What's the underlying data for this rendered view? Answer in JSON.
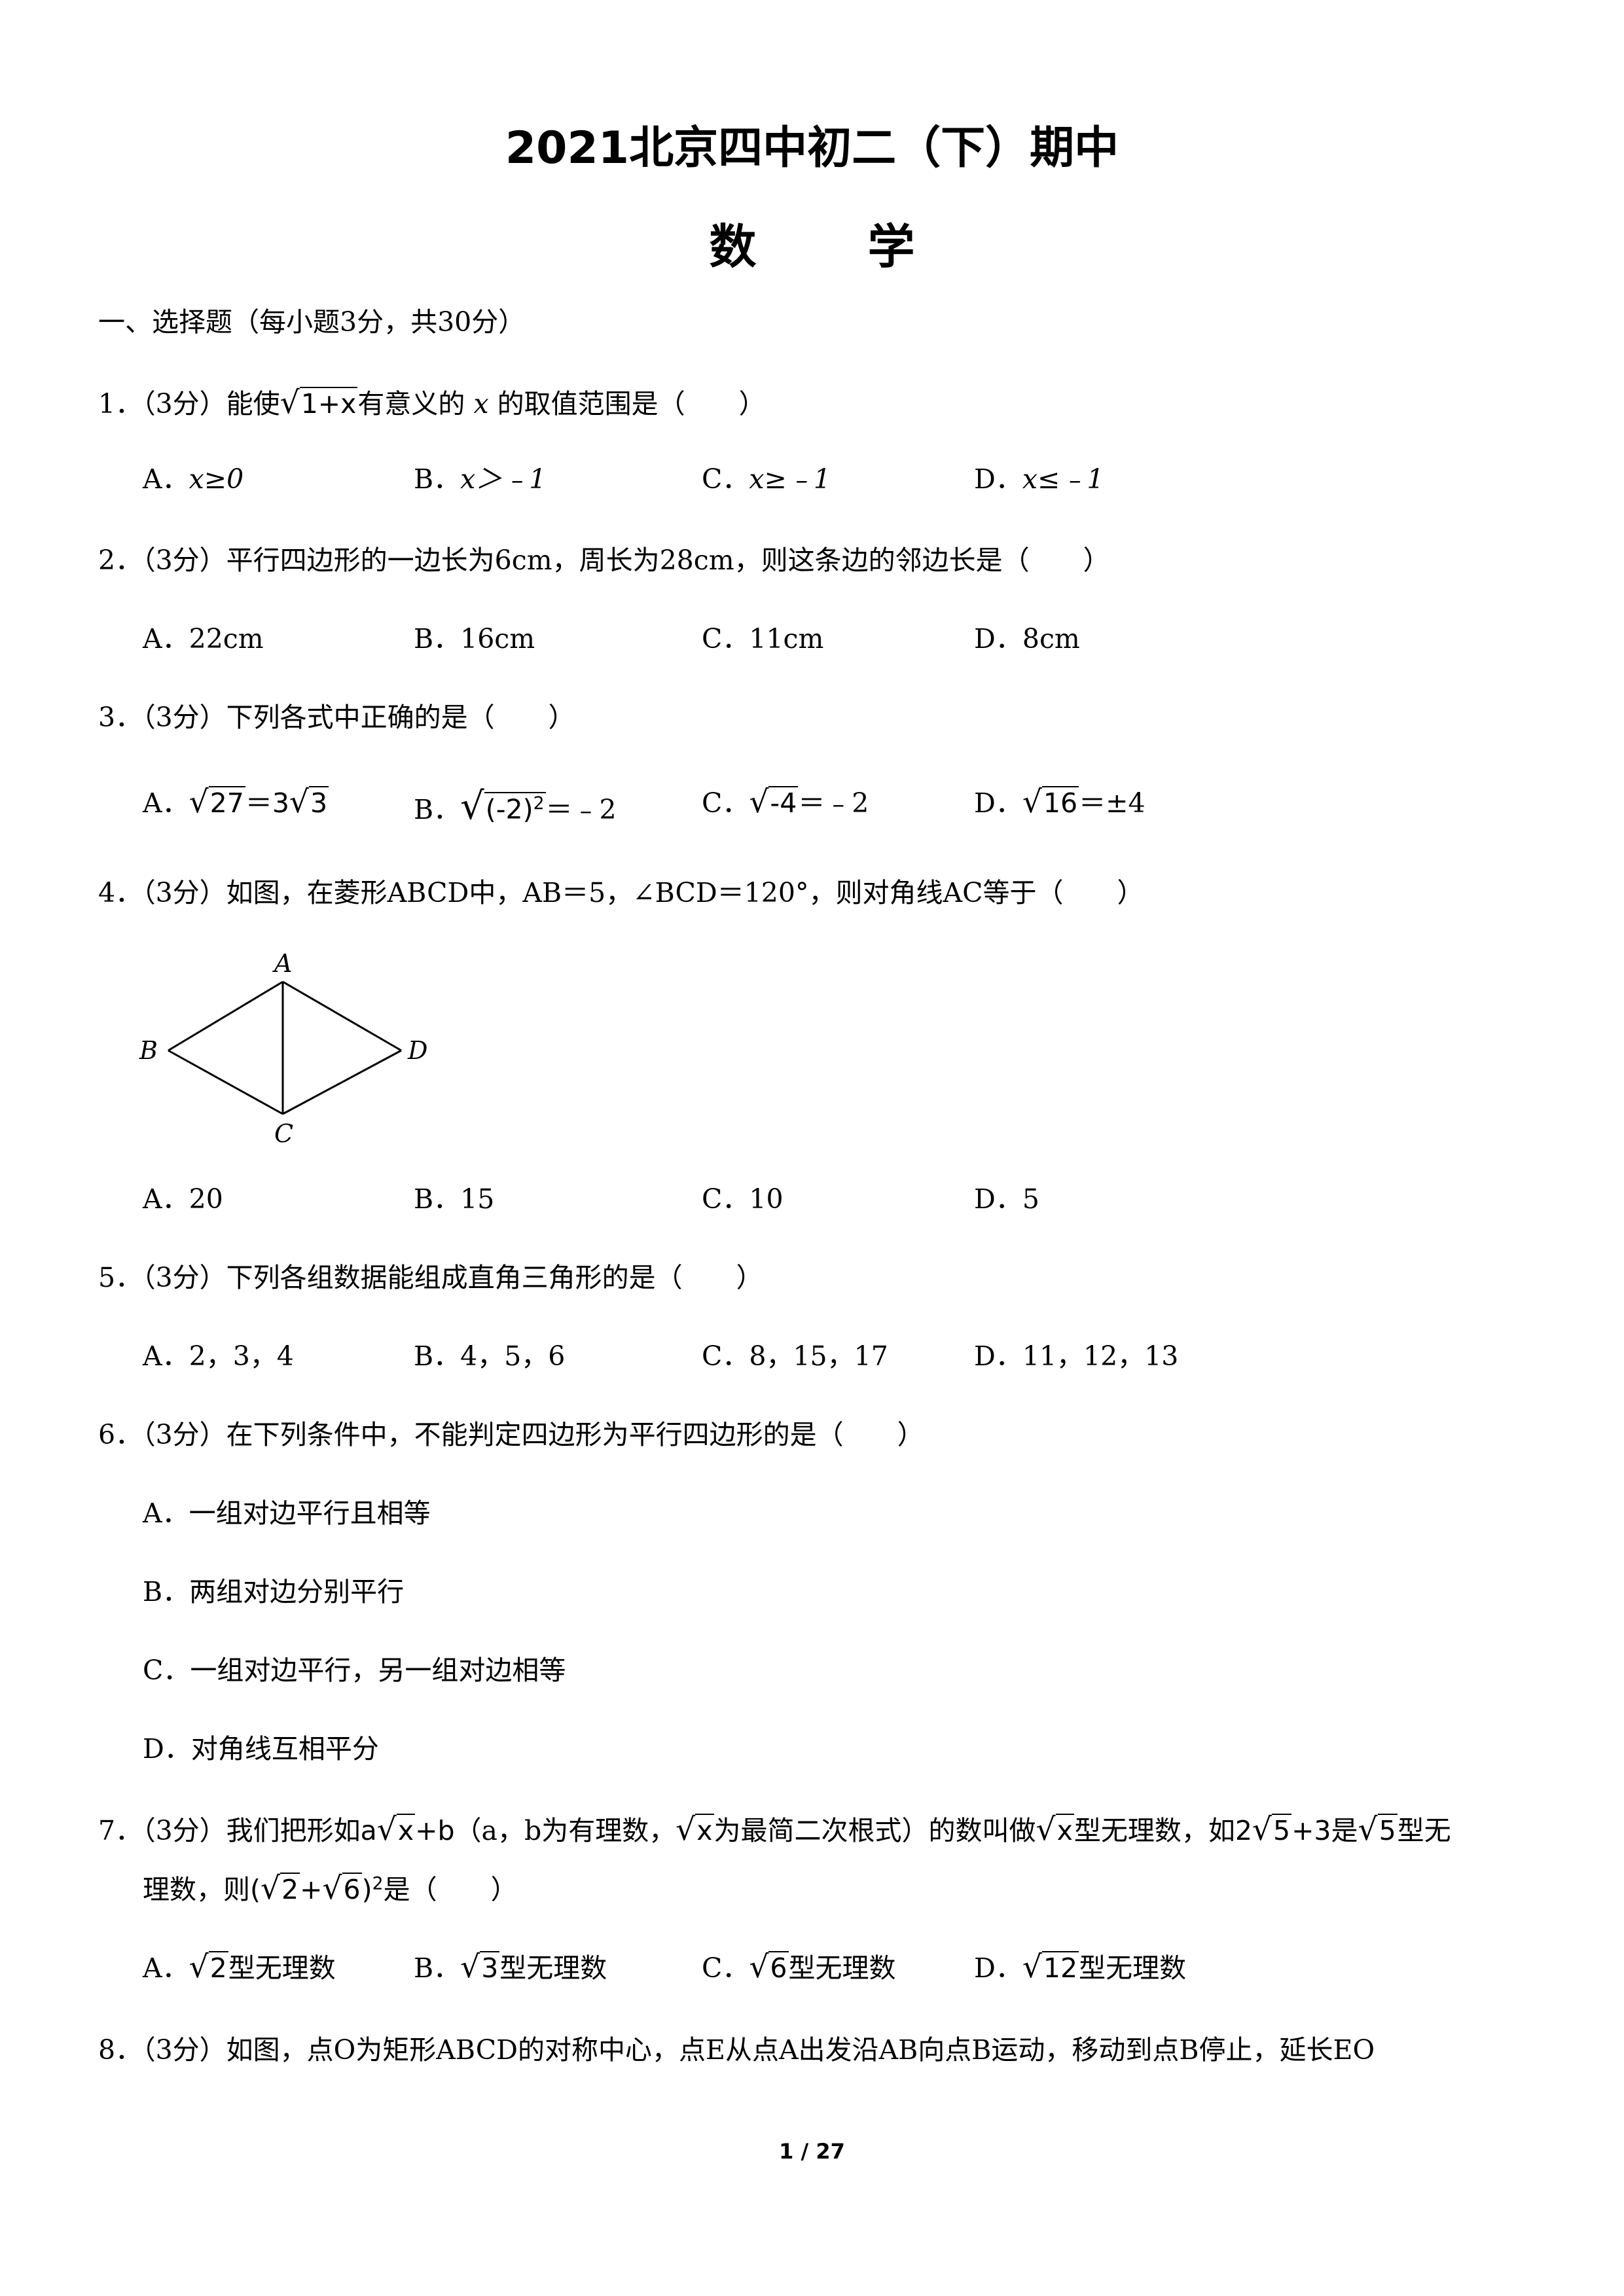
{
  "header": {
    "title": "2021北京四中初二（下）期中",
    "subtitle": "数学"
  },
  "section": {
    "heading": "一、选择题（每小题3分，共30分）"
  },
  "q1": {
    "prefix": "1．（3分）能使",
    "radicand": "1+x",
    "middle": "有意义的 ",
    "var": "x",
    "suffix": " 的取值范围是（　　）",
    "options": [
      {
        "label": "A．",
        "value": "x≥0"
      },
      {
        "label": "B．",
        "value": "x＞﹣1"
      },
      {
        "label": "C．",
        "value": "x≥﹣1"
      },
      {
        "label": "D．",
        "value": "x≤﹣1"
      }
    ]
  },
  "q2": {
    "text": "2．（3分）平行四边形的一边长为6cm，周长为28cm，则这条边的邻边长是（　　）",
    "options": [
      {
        "label": "A．",
        "value": "22cm"
      },
      {
        "label": "B．",
        "value": "16cm"
      },
      {
        "label": "C．",
        "value": "11cm"
      },
      {
        "label": "D．",
        "value": "8cm"
      }
    ]
  },
  "q3": {
    "text": "3．（3分）下列各式中正确的是（　　）",
    "a_label": "A．",
    "a_rad1": "27",
    "a_mid": "＝3",
    "a_rad2": "3",
    "b_label": "B．",
    "b_rad": "(-2)",
    "b_exp": "2",
    "b_tail": "＝﹣2",
    "c_label": "C．",
    "c_rad": "-4",
    "c_tail": "＝﹣2",
    "d_label": "D．",
    "d_rad": "16",
    "d_tail": "＝±4"
  },
  "q4": {
    "text": "4．（3分）如图，在菱形ABCD中，AB＝5，∠BCD＝120°，则对角线AC等于（　　）",
    "diagram_labels": {
      "A": "A",
      "B": "B",
      "C": "C",
      "D": "D"
    },
    "options": [
      {
        "label": "A．",
        "value": "20"
      },
      {
        "label": "B．",
        "value": "15"
      },
      {
        "label": "C．",
        "value": "10"
      },
      {
        "label": "D．",
        "value": "5"
      }
    ]
  },
  "q5": {
    "text": "5．（3分）下列各组数据能组成直角三角形的是（　　）",
    "options": [
      {
        "label": "A．",
        "value": "2，3，4"
      },
      {
        "label": "B．",
        "value": "4，5，6"
      },
      {
        "label": "C．",
        "value": "8，15，17"
      },
      {
        "label": "D．",
        "value": "11，12，13"
      }
    ]
  },
  "q6": {
    "text": "6．（3分）在下列条件中，不能判定四边形为平行四边形的是（　　）",
    "options": [
      {
        "label": "A．",
        "value": "一组对边平行且相等"
      },
      {
        "label": "B．",
        "value": "两组对边分别平行"
      },
      {
        "label": "C．",
        "value": "一组对边平行，另一组对边相等"
      },
      {
        "label": "D．",
        "value": "对角线互相平分"
      }
    ]
  },
  "q7": {
    "p1": "7．（3分）我们把形如",
    "f_a": "a",
    "f_rad": "x",
    "f_b": "+b",
    "p2": "（a，b为有理数，",
    "p3": "为最简二次根式）的数叫做",
    "p4": "型无理数，如",
    "ex_coef": "2",
    "ex_rad": "5",
    "ex_plus": "+3",
    "p5": "是",
    "p6": "型无",
    "line2_prefix": "理数，则",
    "sq_r1": "2",
    "sq_plus": "+",
    "sq_r2": "6",
    "sq_exp": "2",
    "line2_suffix": "是（　　）",
    "options": [
      {
        "label": "A．",
        "rad": "2",
        "value": "型无理数"
      },
      {
        "label": "B．",
        "rad": "3",
        "value": "型无理数"
      },
      {
        "label": "C．",
        "rad": "6",
        "value": "型无理数"
      },
      {
        "label": "D．",
        "rad": "12",
        "value": "型无理数"
      }
    ]
  },
  "q8": {
    "text": "8．（3分）如图，点O为矩形ABCD的对称中心，点E从点A出发沿AB向点B运动，移动到点B停止，延长EO"
  },
  "footer": {
    "page": "1 / 27"
  }
}
